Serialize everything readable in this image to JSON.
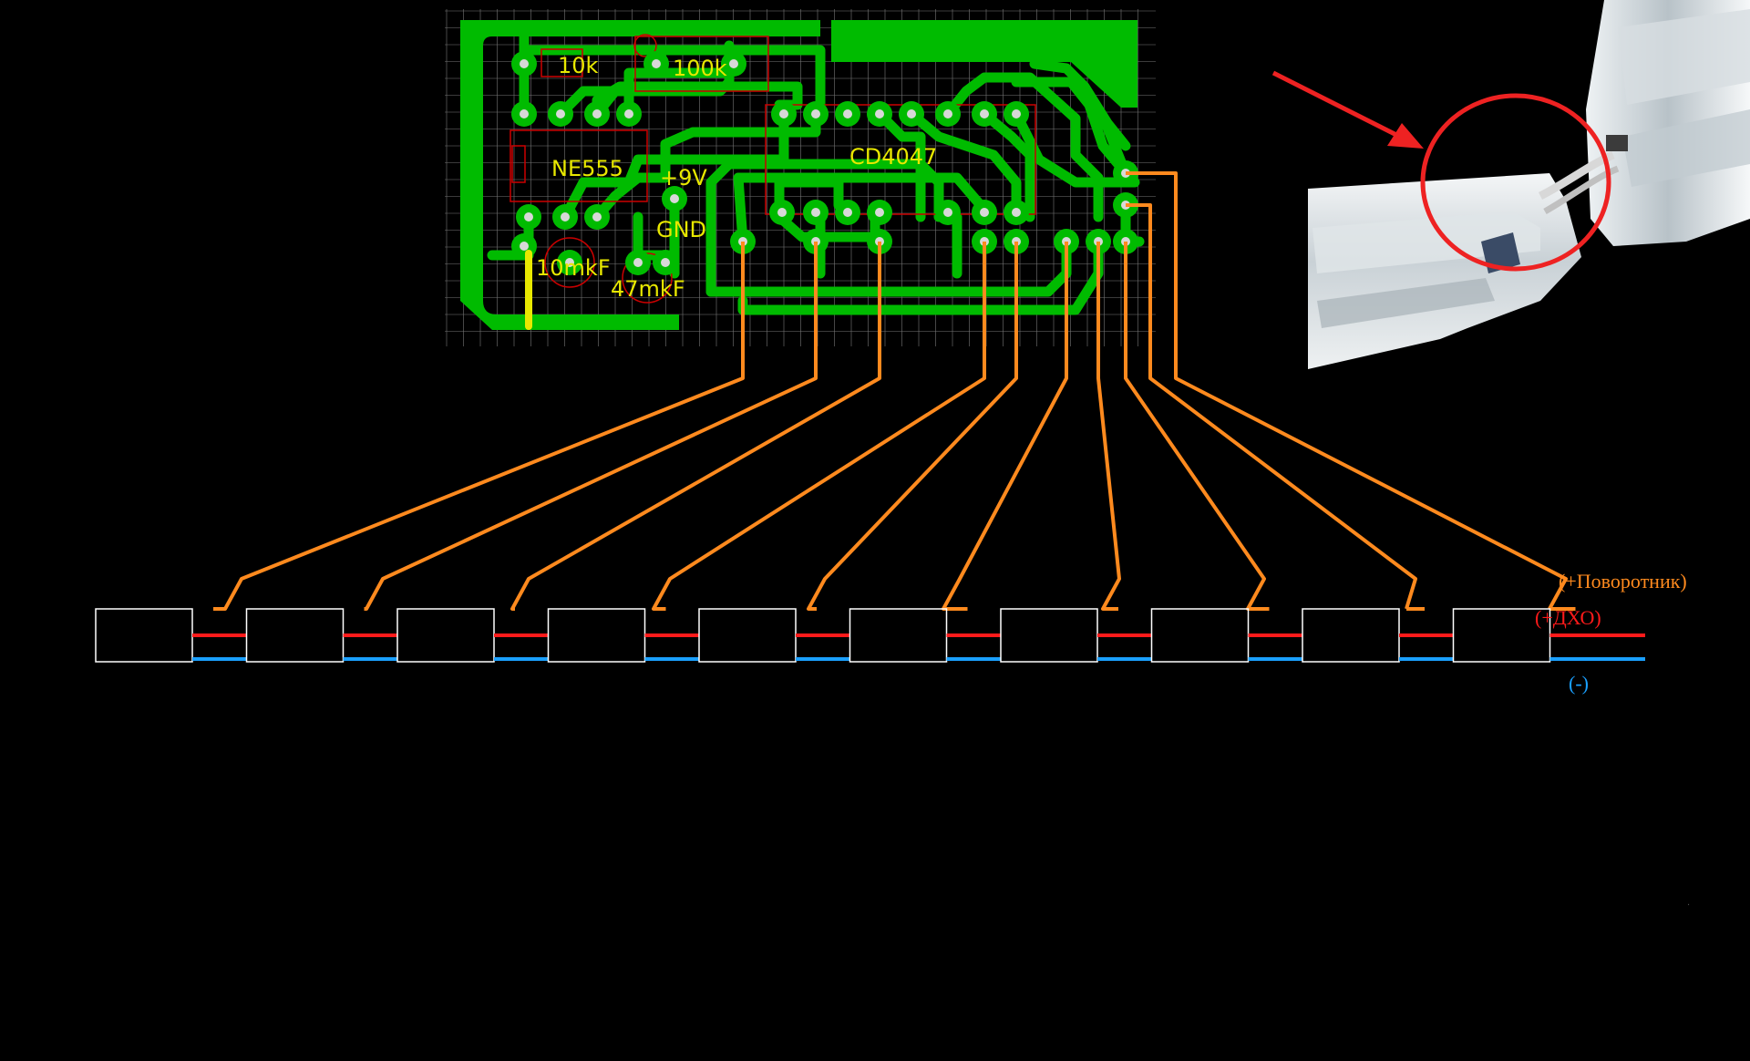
{
  "pcb": {
    "labels": {
      "r1": "10k",
      "r2": "100k",
      "ic1": "NE555",
      "ic2": "CD4047",
      "vplus": "+9V",
      "gnd": "GND",
      "c1": "10mkF",
      "c2": "47mkF"
    }
  },
  "harness": {
    "segment_count": 10,
    "legend": {
      "turn": "(+Поворотник)",
      "drl": "(+ДХО)",
      "neg": "(-)"
    }
  },
  "colors": {
    "pcb_trace": "#00bb00",
    "pcb_silk": "#e8e800",
    "pcb_outline": "#cc0000",
    "wire_signal": "#ff8a1e",
    "wire_plus": "#ff1a1a",
    "wire_minus": "#1aa0ff",
    "led_box": "#ffffff",
    "arrow": "#ee2222",
    "grid": "#777777"
  },
  "photo": {
    "description_icon": "led-strip-photo"
  }
}
